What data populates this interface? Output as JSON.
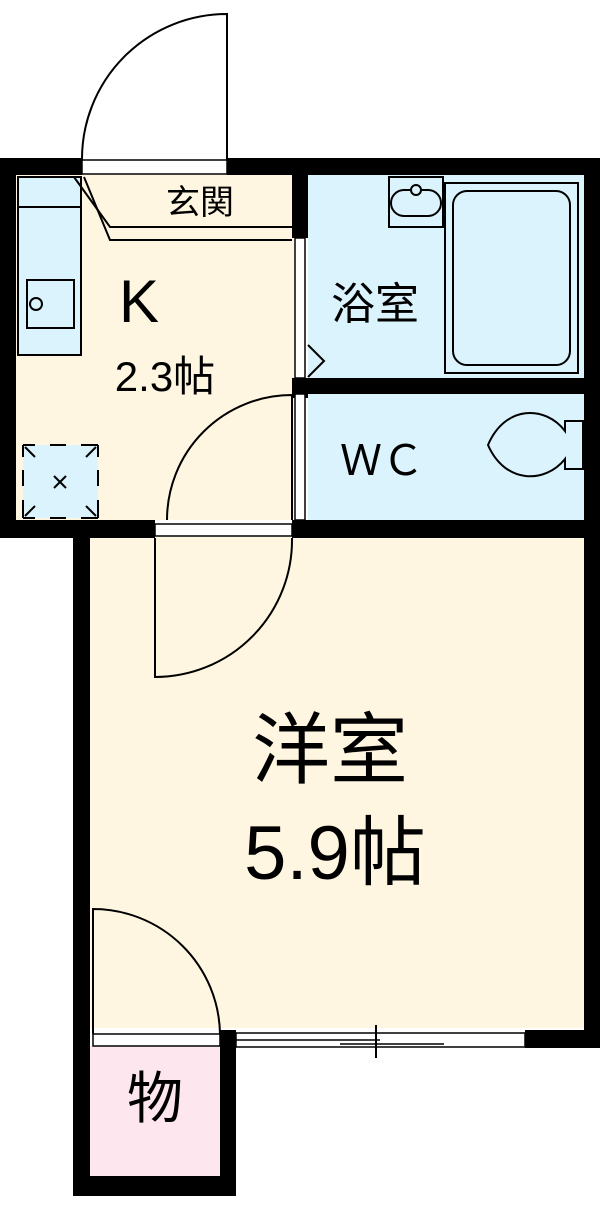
{
  "plan": {
    "colors": {
      "wall": "#000000",
      "dry_floor": "#fef6e0",
      "wet_floor": "#dbf3fc",
      "storage_floor": "#fde6ee",
      "opening": "#ffffff"
    },
    "rooms": {
      "entrance": {
        "name": "玄関"
      },
      "kitchen": {
        "name": "K",
        "size": "2.3帖"
      },
      "bathroom": {
        "name": "浴室"
      },
      "toilet": {
        "name": "ＷＣ"
      },
      "western_room": {
        "name": "洋室",
        "size": "5.9帖"
      },
      "storage": {
        "name": "物"
      }
    },
    "fixtures": [
      "kitchen-counter",
      "kitchen-sink",
      "washing-machine-space",
      "washbasin",
      "bathtub",
      "toilet",
      "front-door",
      "sliding-window"
    ]
  }
}
